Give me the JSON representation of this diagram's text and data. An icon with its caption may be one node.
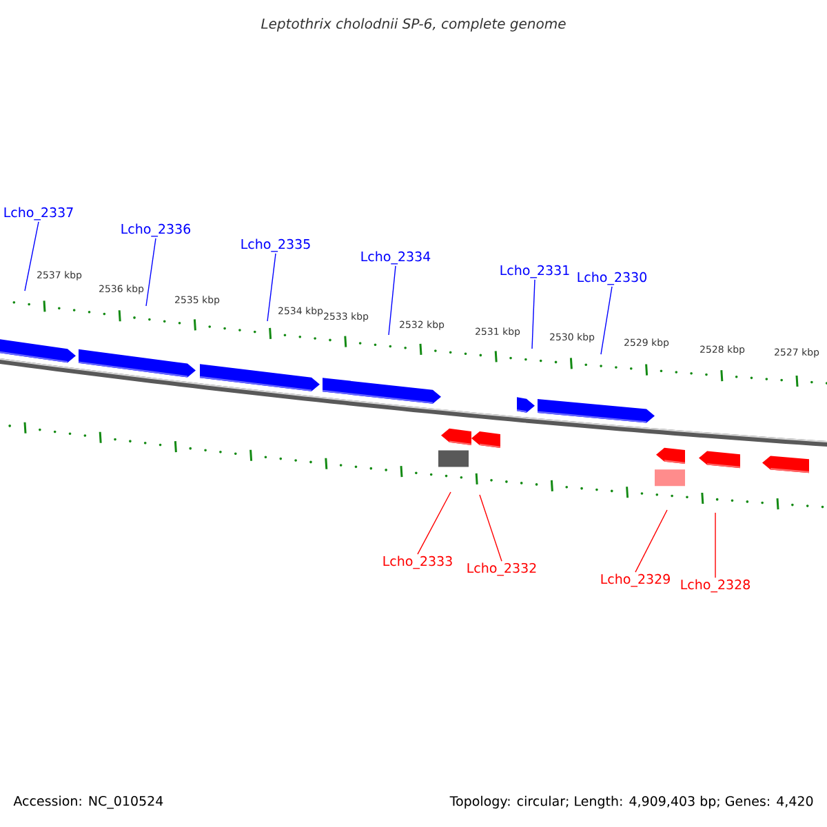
{
  "diagram": {
    "title": "Leptothrix cholodnii SP-6, complete genome",
    "nodes": [
      {
        "text": [
          "Lcho_2337"
        ]
      },
      {
        "text": [
          "Lcho_2336"
        ]
      },
      {
        "text": [
          "Lcho_2335"
        ]
      },
      {
        "text": [
          "Lcho_2334"
        ]
      },
      {
        "text": [
          "Lcho_2331"
        ]
      },
      {
        "text": [
          "Lcho_2330"
        ]
      },
      {
        "text": [
          "Lcho_2333"
        ]
      },
      {
        "text": [
          "Lcho_2332"
        ]
      },
      {
        "text": [
          "Lcho_2329"
        ]
      },
      {
        "text": [
          "Lcho_2328"
        ]
      }
    ],
    "edges": [
      {
        "from": 0,
        "to": null,
        "arrow": "none"
      },
      {
        "from": 1,
        "to": null,
        "arrow": "none"
      },
      {
        "from": 2,
        "to": null,
        "arrow": "none"
      },
      {
        "from": 3,
        "to": null,
        "arrow": "none"
      },
      {
        "from": 4,
        "to": null,
        "arrow": "none"
      },
      {
        "from": 5,
        "to": null,
        "arrow": "none"
      },
      {
        "from": 6,
        "to": null,
        "arrow": "none",
        "color": "#ff0000"
      },
      {
        "from": 7,
        "to": null,
        "arrow": "none",
        "color": "#ff0000"
      },
      {
        "from": 8,
        "to": null,
        "arrow": "none",
        "color": "#ff0000"
      },
      {
        "from": 9,
        "to": null,
        "arrow": "none",
        "color": "#ff0000"
      }
    ],
    "labels": [
      "2537 kbp",
      "2536 kbp",
      "2535 kbp",
      "2534 kbp",
      "2533 kbp",
      "2532 kbp",
      "2531 kbp",
      "2530 kbp",
      "2529 kbp",
      "2528 kbp",
      "2527 kbp",
      "Accession: NC_010524",
      "Topology: circular; Length: 4,909,403 bp; Genes: 4,420"
    ]
  }
}
